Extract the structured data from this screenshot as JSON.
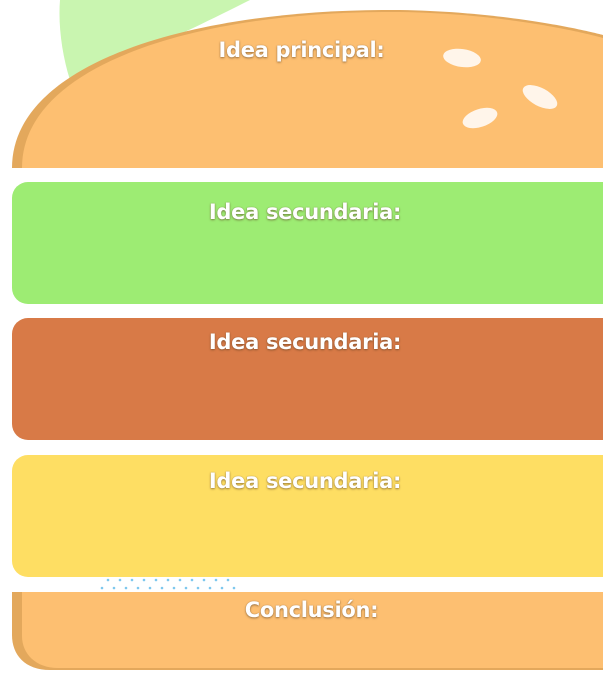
{
  "diagram": {
    "top_bun": {
      "label": "Idea principal:",
      "color": "#fdbf71",
      "shadow_color": "#e3a85c"
    },
    "layers": [
      {
        "label": "Idea secundaria:",
        "color": "#9dec73"
      },
      {
        "label": "Idea secundaria:",
        "color": "#d87a47"
      },
      {
        "label": "Idea secundaria:",
        "color": "#fede63"
      }
    ],
    "bottom_bun": {
      "label": "Conclusión:",
      "color": "#fdbf71",
      "shadow_color": "#e3a85c"
    },
    "leaf_color": "#c9f5b0",
    "sesame_color": "#fff5ea",
    "dots_color": "#7ec8ee"
  }
}
